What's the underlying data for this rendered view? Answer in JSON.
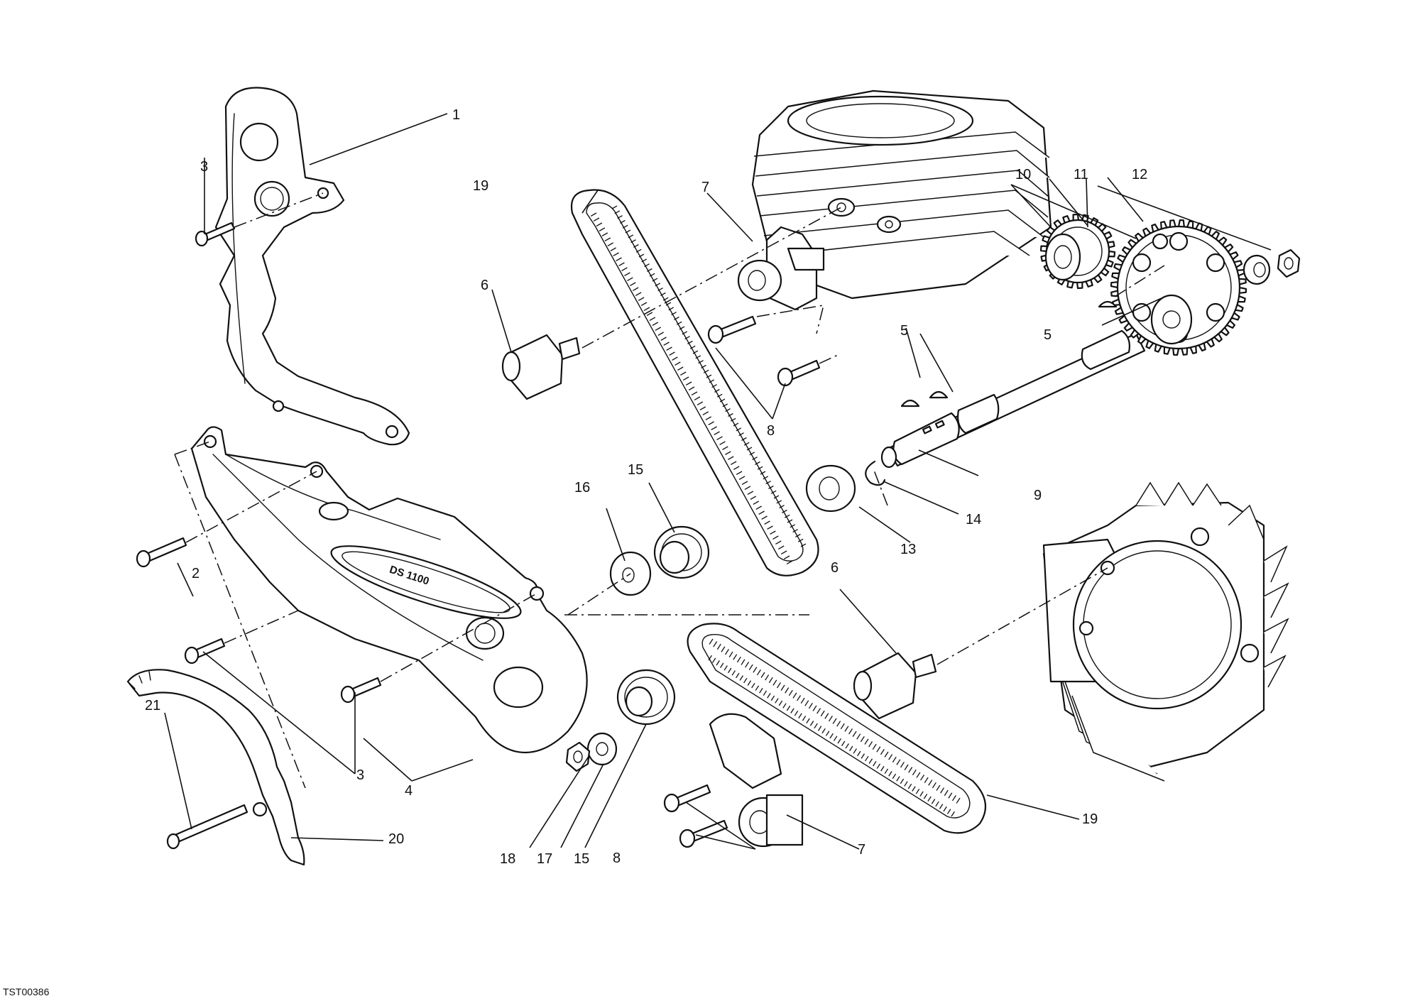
{
  "drawing_code": "TST00386",
  "cover_badge": "DS 1100",
  "callouts": [
    {
      "id": "c1",
      "text": "1"
    },
    {
      "id": "c2",
      "text": "2"
    },
    {
      "id": "c3a",
      "text": "3"
    },
    {
      "id": "c3b",
      "text": "3"
    },
    {
      "id": "c4",
      "text": "4"
    },
    {
      "id": "c5a",
      "text": "5"
    },
    {
      "id": "c5b",
      "text": "5"
    },
    {
      "id": "c6a",
      "text": "6"
    },
    {
      "id": "c6b",
      "text": "6"
    },
    {
      "id": "c7a",
      "text": "7"
    },
    {
      "id": "c7b",
      "text": "7"
    },
    {
      "id": "c8a",
      "text": "8"
    },
    {
      "id": "c8b",
      "text": "8"
    },
    {
      "id": "c9",
      "text": "9"
    },
    {
      "id": "c10",
      "text": "10"
    },
    {
      "id": "c11",
      "text": "11"
    },
    {
      "id": "c12",
      "text": "12"
    },
    {
      "id": "c13",
      "text": "13"
    },
    {
      "id": "c14",
      "text": "14"
    },
    {
      "id": "c15a",
      "text": "15"
    },
    {
      "id": "c15b",
      "text": "15"
    },
    {
      "id": "c16",
      "text": "16"
    },
    {
      "id": "c17",
      "text": "17"
    },
    {
      "id": "c18",
      "text": "18"
    },
    {
      "id": "c19a",
      "text": "19"
    },
    {
      "id": "c19b",
      "text": "19"
    },
    {
      "id": "c20",
      "text": "20"
    },
    {
      "id": "c21",
      "text": "21"
    }
  ]
}
